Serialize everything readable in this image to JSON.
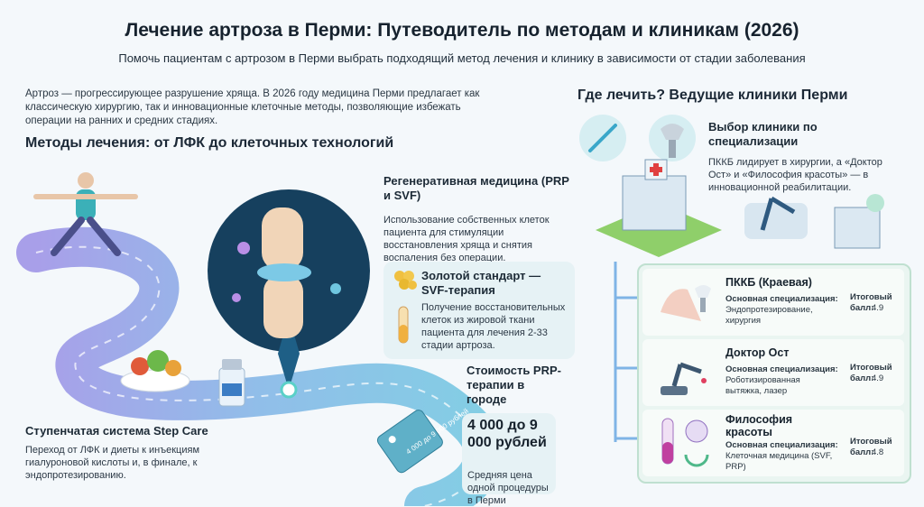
{
  "title": "Лечение артроза в Перми: Путеводитель по методам и клиникам (2026)",
  "subtitle": "Помочь пациентам с артрозом в Перми выбрать подходящий метод лечения и клинику в зависимости от стадии заболевания",
  "intro": "Артроз — прогрессирующее разрушение хряща. В 2026 году медицина Перми предлагает как классическую хирургию, так и инновационные клеточные методы, позволяющие избежать операции на ранних и средних стадиях.",
  "methods_heading": "Методы лечения: от ЛФК до клеточных технологий",
  "regen": {
    "title": "Регенеративная медицина (PRP и SVF)",
    "text": "Использование собственных клеток пациента для стимуляции восстановления хряща и снятия воспаления без операции."
  },
  "svf": {
    "title": "Золотой стандарт — SVF-терапия",
    "text": "Получение восстановительных клеток из жировой ткани пациента для лечения 2-33 стадии артроза."
  },
  "cost": {
    "title": "Стоимость PRP-терапии в городе",
    "value": "4 000 до 9 000 рублей",
    "note": "Средняя цена одной процедуры в Перми",
    "tag_text": "4 000 до 9 000 рублей"
  },
  "step": {
    "title": "Ступенчатая система Step Care",
    "text": "Переход от ЛФК и диеты к инъекциям гиалуроновой кислоты и, в финале, к эндопротезированию."
  },
  "where_heading": "Где лечить? Ведущие клиники Перми",
  "choice": {
    "title": "Выбор клиники по специализации",
    "text": "ПККБ лидирует в хирургии, а «Доктор Ост» и «Философия красоты» — в инновационной реабилитации."
  },
  "clinics": [
    {
      "name": "ПККБ (Краевая)",
      "spec_label": "Основная специализация:",
      "spec": "Эндопротезирование, хирургия",
      "score_label": "Итоговый балл:",
      "score": "4.9"
    },
    {
      "name": "Доктор Ост",
      "spec_label": "Основная специализация:",
      "spec": "Роботизированная вытяжка, лазер",
      "score_label": "Итоговый балл:",
      "score": "4.9"
    },
    {
      "name": "Философия красоты",
      "spec_label": "Основная специализация:",
      "spec": "Клеточная медицина (SVF, PRP)",
      "score_label": "Итоговый балл:",
      "score": "4.8"
    }
  ],
  "colors": {
    "accent": "#3aa7c9",
    "path": "#8a8fe0",
    "green": "#5dbf8f",
    "panel": "#eaf5f1"
  }
}
